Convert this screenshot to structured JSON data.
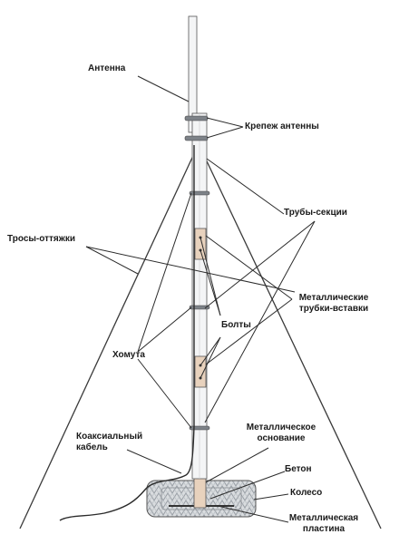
{
  "labels": {
    "antenna": "Антенна",
    "antenna_mount": "Крепеж антенны",
    "pipe_sections": "Трубы-секции",
    "guy_ropes": "Тросы-оттяжки",
    "metal_inserts_l1": "Металлические",
    "metal_inserts_l2": "трубки-вставки",
    "bolts": "Болты",
    "clamps": "Хомута",
    "coax_l1": "Коаксиальный",
    "coax_l2": "кабель",
    "metal_base_l1": "Металлическое",
    "metal_base_l2": "основание",
    "concrete": "Бетон",
    "wheel": "Колесо",
    "metal_plate_l1": "Металлическая",
    "metal_plate_l2": "пластина"
  },
  "colors": {
    "line": "#2b2b2b",
    "mast_fill": "#f4f5f6",
    "insert_fill": "#e8d2bd",
    "tire_fill": "#d9dcdf"
  }
}
